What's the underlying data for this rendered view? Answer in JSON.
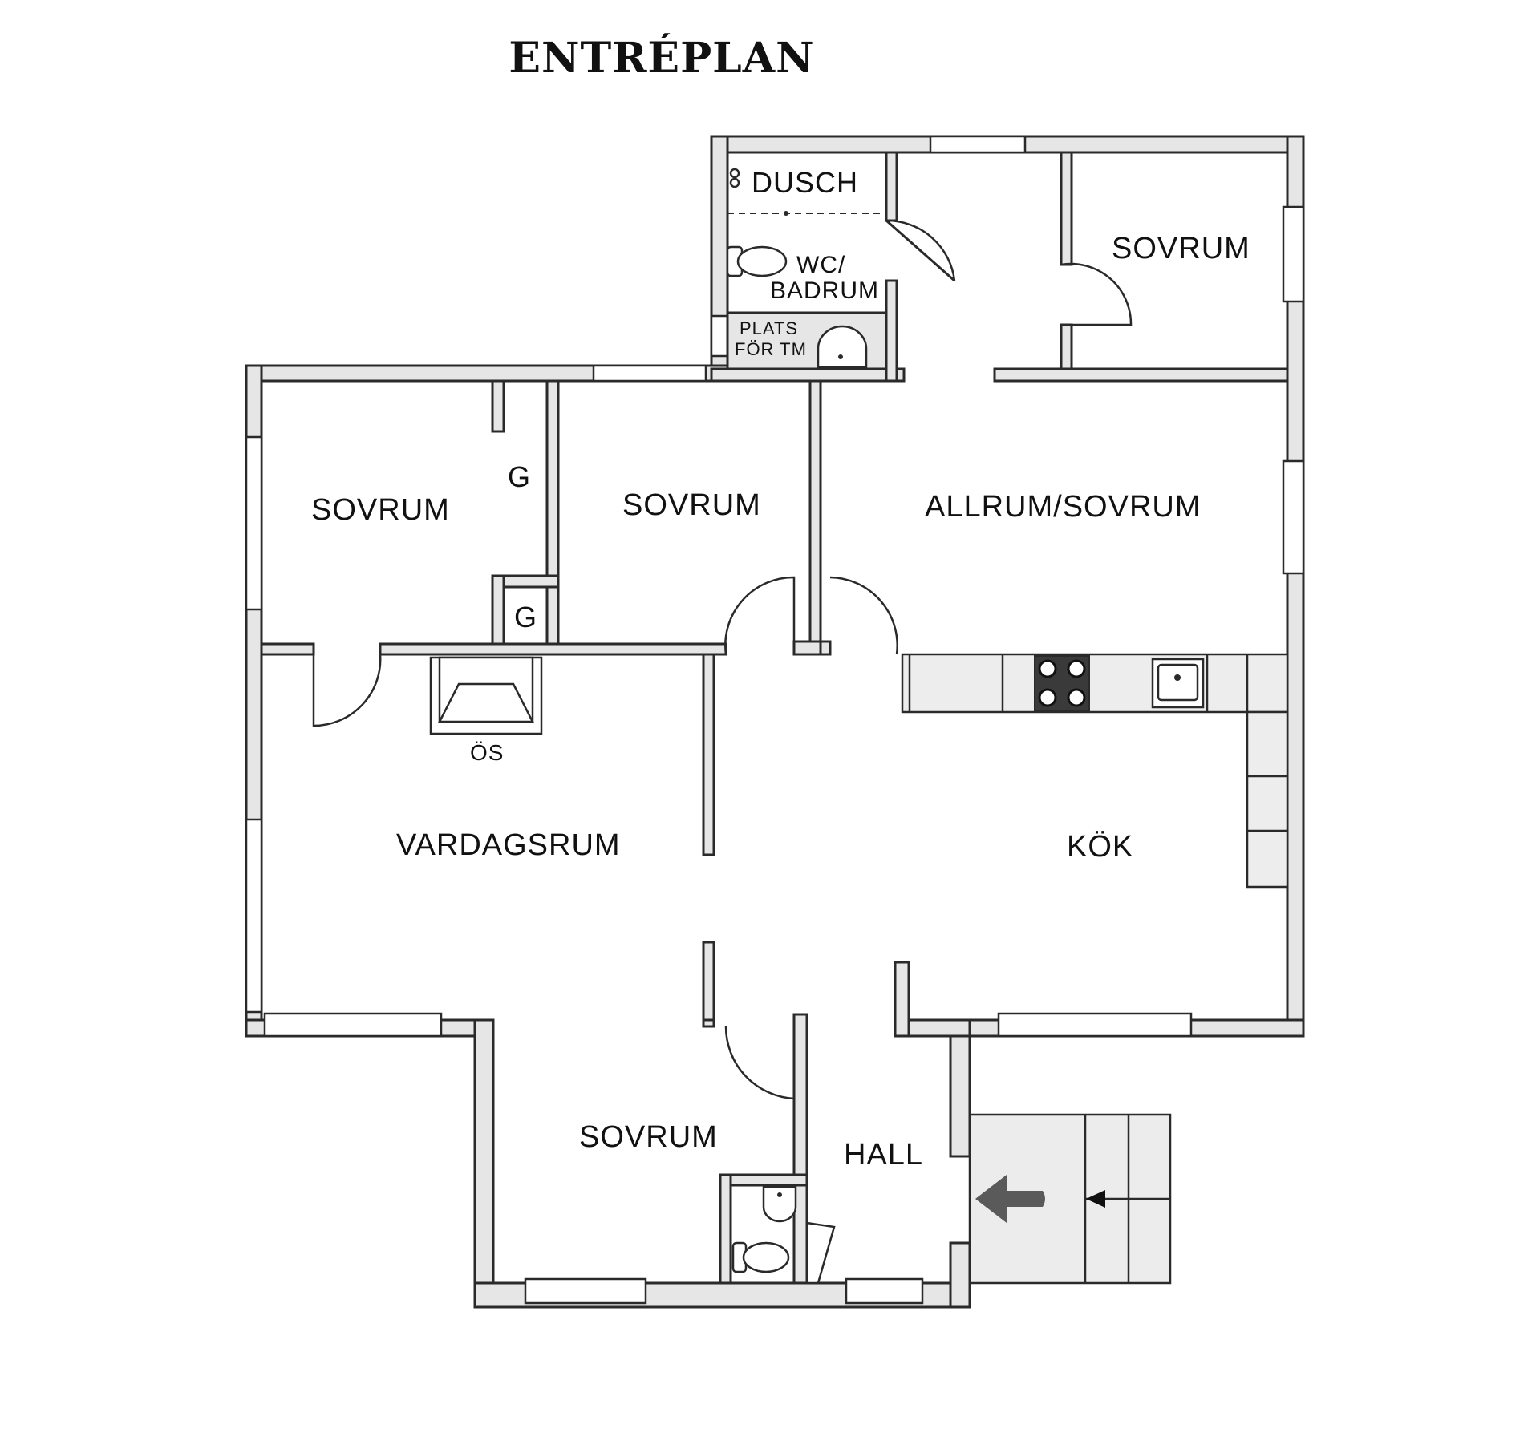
{
  "title": "ENTRÉPLAN",
  "rooms": {
    "dusch": "DUSCH",
    "wc_line1": "WC/",
    "wc_line2": "BADRUM",
    "plats_line1": "PLATS",
    "plats_line2": "FÖR TM",
    "sovrum_ne": "SOVRUM",
    "sovrum_nw": "SOVRUM",
    "g_upper": "G",
    "g_lower": "G",
    "sovrum_mid": "SOVRUM",
    "allrum": "ALLRUM/SOVRUM",
    "os": "ÖS",
    "vardagsrum": "VARDAGSRUM",
    "kok": "KÖK",
    "sovrum_s": "SOVRUM",
    "hall": "HALL"
  },
  "colors": {
    "wall_fill": "#e6e6e6",
    "line": "#2a2a2a",
    "stove": "#3a3a3a"
  }
}
